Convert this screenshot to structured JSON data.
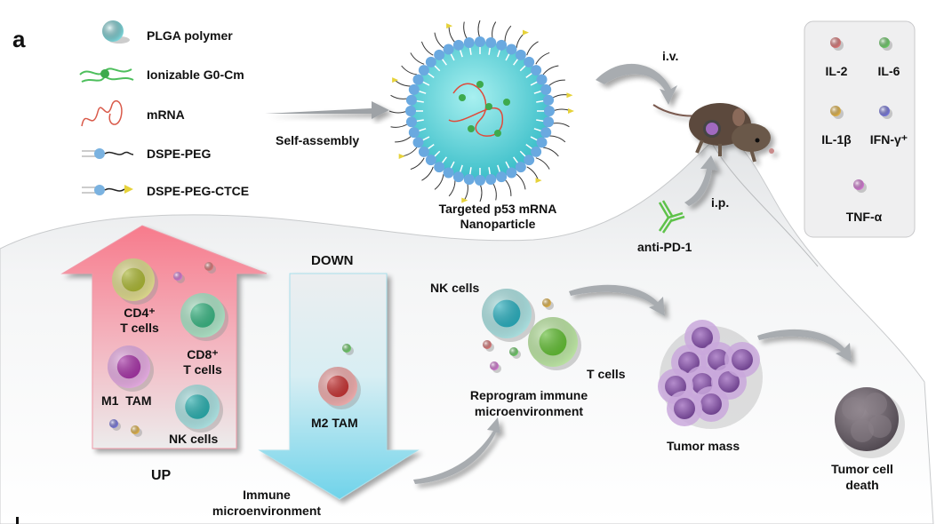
{
  "panel_label": "a",
  "legend_components": [
    {
      "icon": "plga-polymer-sphere-icon",
      "label": "PLGA polymer"
    },
    {
      "icon": "ionizable-lipid-icon",
      "label": "Ionizable G0-Cm"
    },
    {
      "icon": "mrna-strand-icon",
      "label": "mRNA"
    },
    {
      "icon": "dspe-peg-icon",
      "label": "DSPE-PEG"
    },
    {
      "icon": "dspe-peg-ctce-icon",
      "label": "DSPE-PEG-CTCE"
    }
  ],
  "self_assembly_label": "Self-assembly",
  "nanoparticle_label_line1": "Targeted p53 mRNA",
  "nanoparticle_label_line2": "Nanoparticle",
  "iv_label": "i.v.",
  "ip_label": "i.p.",
  "antibody_label": "anti-PD-1",
  "cytokine_legend": [
    {
      "label": "IL-2",
      "color": "#e07a7a"
    },
    {
      "label": "IL-6",
      "color": "#6fcf6a"
    },
    {
      "label": "IL-1β",
      "color": "#e8b84a"
    },
    {
      "label": "IFN-γ⁺",
      "color": "#7a7ae0"
    },
    {
      "label": "TNF-α",
      "color": "#d77ad7"
    }
  ],
  "up_arrow": {
    "label": "UP",
    "cells": [
      {
        "line1": "CD4⁺",
        "line2": "T cells"
      },
      {
        "line1": "CD8⁺",
        "line2": "T cells"
      },
      {
        "line1": "M1  TAM",
        "line2": ""
      },
      {
        "line1": "NK cells",
        "line2": ""
      }
    ]
  },
  "down_arrow": {
    "label": "DOWN",
    "cells": [
      {
        "line1": "M2 TAM"
      }
    ]
  },
  "immune_micro_line1": "Immune",
  "immune_micro_line2": "microenvironment",
  "reprogram": {
    "nk_label": "NK cells",
    "t_label": "T cells",
    "line1": "Reprogram immune",
    "line2": "microenvironment"
  },
  "tumor_mass_label": "Tumor mass",
  "tumor_death_line1": "Tumor cell",
  "tumor_death_line2": "death",
  "colors": {
    "up_arrow_top": "#f77b8c",
    "up_arrow_bottom": "#eeeeee",
    "down_arrow_top": "#eef0f2",
    "down_arrow_bottom": "#6fd3ea",
    "nanoparticle_core": "#5fd0d8",
    "lipid_head": "#6aa9e0",
    "tumor": "#8b5aa6",
    "dead_tumor": "#6e6670",
    "arrow_gray": "#a8acb0"
  }
}
